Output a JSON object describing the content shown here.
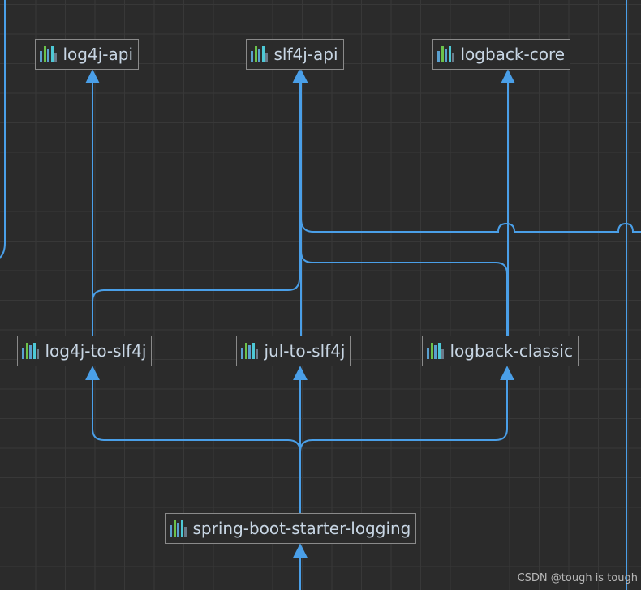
{
  "nodes": {
    "log4j_api": "log4j-api",
    "slf4j_api": "slf4j-api",
    "logback_core": "logback-core",
    "log4j_to_slf4j": "log4j-to-slf4j",
    "jul_to_slf4j": "jul-to-slf4j",
    "logback_classic": "logback-classic",
    "spring_boot_starter_logging": "spring-boot-starter-logging"
  },
  "edges": [
    {
      "from": "spring-boot-starter-logging",
      "to": "log4j-to-slf4j"
    },
    {
      "from": "spring-boot-starter-logging",
      "to": "jul-to-slf4j"
    },
    {
      "from": "spring-boot-starter-logging",
      "to": "logback-classic"
    },
    {
      "from": "log4j-to-slf4j",
      "to": "log4j-api"
    },
    {
      "from": "log4j-to-slf4j",
      "to": "slf4j-api"
    },
    {
      "from": "jul-to-slf4j",
      "to": "slf4j-api"
    },
    {
      "from": "logback-classic",
      "to": "slf4j-api"
    },
    {
      "from": "logback-classic",
      "to": "logback-core"
    }
  ],
  "icon": "library-module-icon",
  "colors": {
    "background": "#2b2b2b",
    "grid": "#383838",
    "edge": "#4a9fe8",
    "node_border": "#8a8a8a",
    "node_text": "#c8d6e4",
    "icon_bars": [
      "#5aa0d0",
      "#6cc24a",
      "#5aa0d0",
      "#4ec9d6",
      "#6a7a8a"
    ]
  },
  "watermark": "CSDN @tough is tough"
}
